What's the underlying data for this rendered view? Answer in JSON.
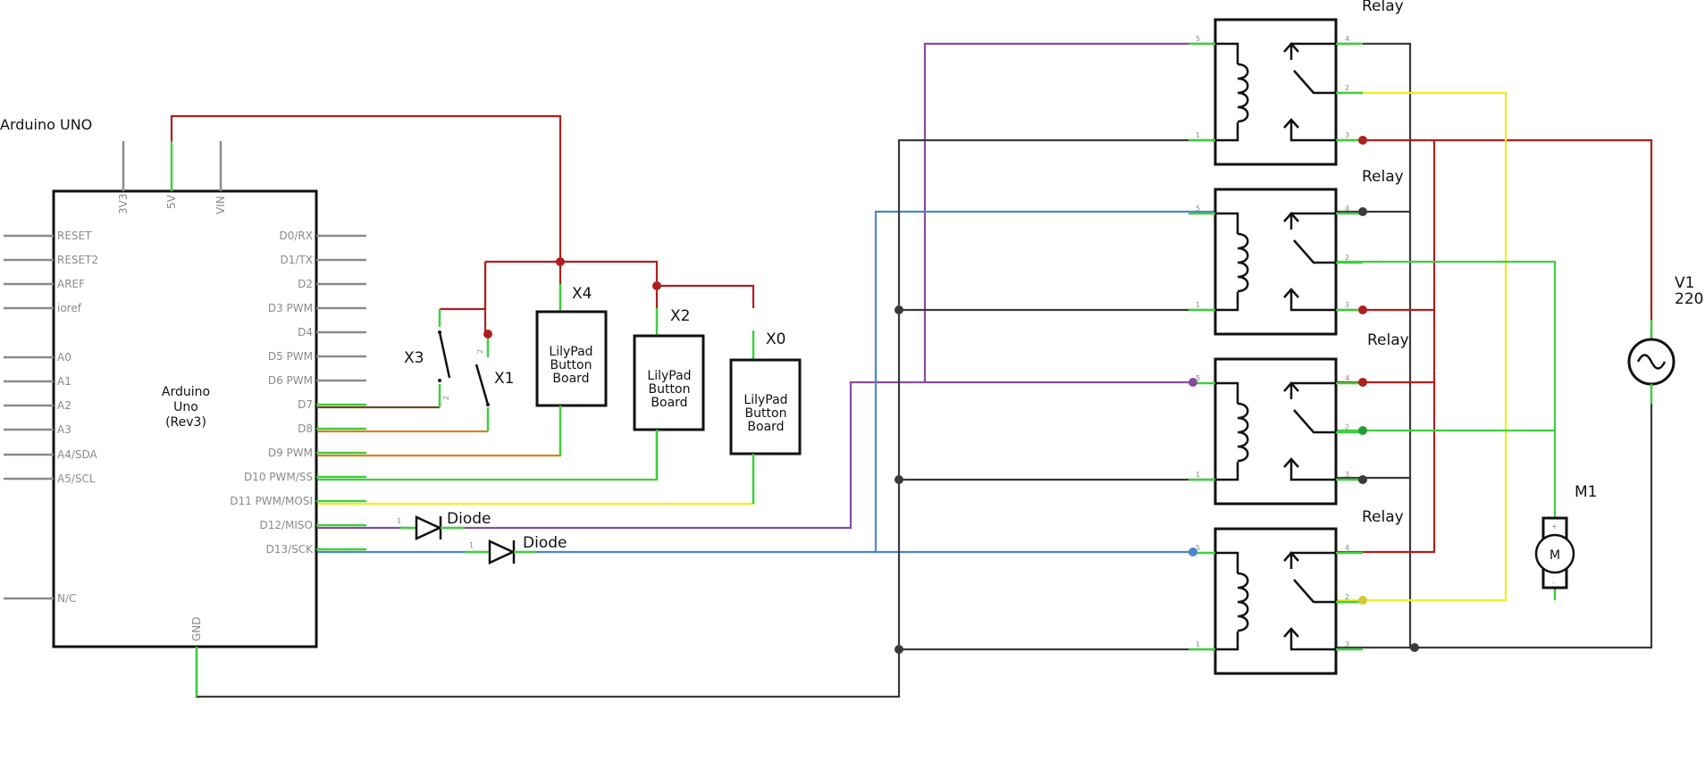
{
  "arduino": {
    "title": "Arduino UNO",
    "name_line1": "Arduino",
    "name_line2": "Uno",
    "name_line3": "(Rev3)",
    "top_pins": [
      "3V3",
      "5V",
      "VIN"
    ],
    "bottom_pin": "GND",
    "left_pins": [
      "RESET",
      "RESET2",
      "AREF",
      "ioref",
      "A0",
      "A1",
      "A2",
      "A3",
      "A4/SDA",
      "A5/SCL",
      "N/C"
    ],
    "right_pins": [
      "D0/RX",
      "D1/TX",
      "D2",
      "D3 PWM",
      "D4",
      "D5 PWM",
      "D6 PWM",
      "D7",
      "D8",
      "D9 PWM",
      "D10 PWM/SS",
      "D11 PWM/MOSI",
      "D12/MISO",
      "D13/SCK"
    ]
  },
  "switches": {
    "x3_label": "X3",
    "x1_label": "X1"
  },
  "buttons": [
    {
      "label": "X4",
      "line1": "LilyPad",
      "line2": "Button",
      "line3": "Board"
    },
    {
      "label": "X2",
      "line1": "LilyPad",
      "line2": "Button",
      "line3": "Board"
    },
    {
      "label": "X0",
      "line1": "LilyPad",
      "line2": "Button",
      "line3": "Board"
    }
  ],
  "diodes": [
    {
      "label": "Diode"
    },
    {
      "label": "Diode"
    }
  ],
  "relays": [
    {
      "label": "Relay"
    },
    {
      "label": "Relay"
    },
    {
      "label": "Relay"
    },
    {
      "label": "Relay"
    }
  ],
  "source": {
    "name": "V1",
    "value": "220"
  },
  "motor": {
    "name": "M1",
    "symbol": "M",
    "plus": "+",
    "minus": "-"
  },
  "colors": {
    "red": "#b01e1e",
    "green": "#3fce3f",
    "orange": "#e07f1e",
    "yellow": "#f0ef1d",
    "purple": "#8b4b9b",
    "blue": "#4a86c8",
    "dark": "#3a3a3a",
    "pin_gray": "#8a8a8a"
  }
}
